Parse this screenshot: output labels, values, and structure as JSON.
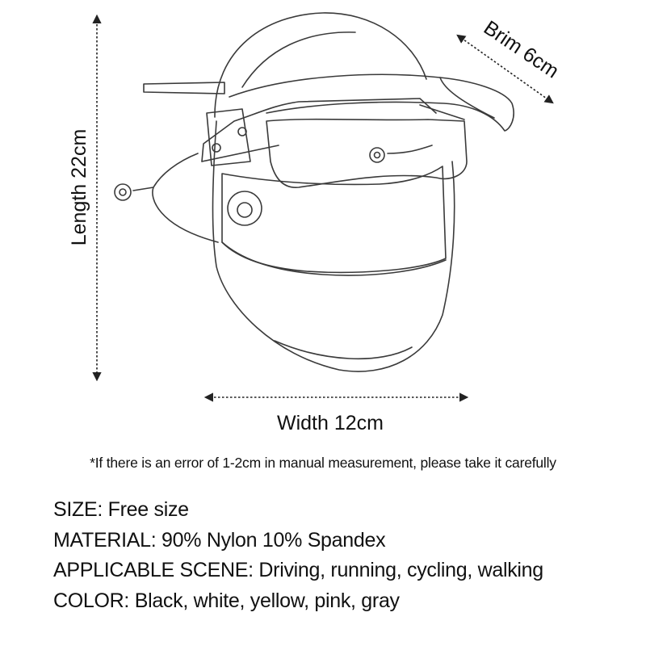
{
  "dimensions": {
    "length": "Length 22cm",
    "width": "Width 12cm",
    "brim": "Brim 6cm"
  },
  "note": "*If there is an error of 1-2cm in manual measurement, please take it carefully",
  "specs": [
    {
      "key": "SIZE",
      "text": "SIZE: Free size"
    },
    {
      "key": "MATERIAL",
      "text": "MATERIAL: 90% Nylon 10% Spandex"
    },
    {
      "key": "APPLICABLE SCENE",
      "text": "APPLICABLE SCENE: Driving, running, cycling, walking"
    },
    {
      "key": "COLOR",
      "text": "COLOR: Black, white, yellow, pink, gray"
    }
  ],
  "colors": {
    "line": "#3a3a3a",
    "text": "#111111",
    "background": "#ffffff"
  }
}
